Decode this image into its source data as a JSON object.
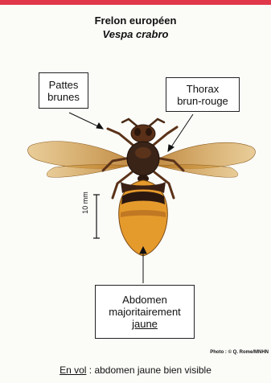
{
  "header": {
    "title": "Frelon européen",
    "subtitle": "Vespa crabro"
  },
  "labels": {
    "legs_line1": "Pattes",
    "legs_line2": "brunes",
    "thorax_line1": "Thorax",
    "thorax_line2": "brun-rouge",
    "abdomen_line1": "Abdomen",
    "abdomen_line2": "majoritairement",
    "abdomen_line3": "jaune"
  },
  "scale": {
    "label": "10 mm"
  },
  "photo_credit": "Photo : © Q. Rome/MNHN",
  "caption": {
    "lead": "En vol",
    "rest": " : abdomen jaune bien visible"
  },
  "colors": {
    "accent_band": "#e0384a",
    "thorax": "#3a2418",
    "abdomen_yellow": "#e59a2c",
    "wing": "#c8902f"
  }
}
